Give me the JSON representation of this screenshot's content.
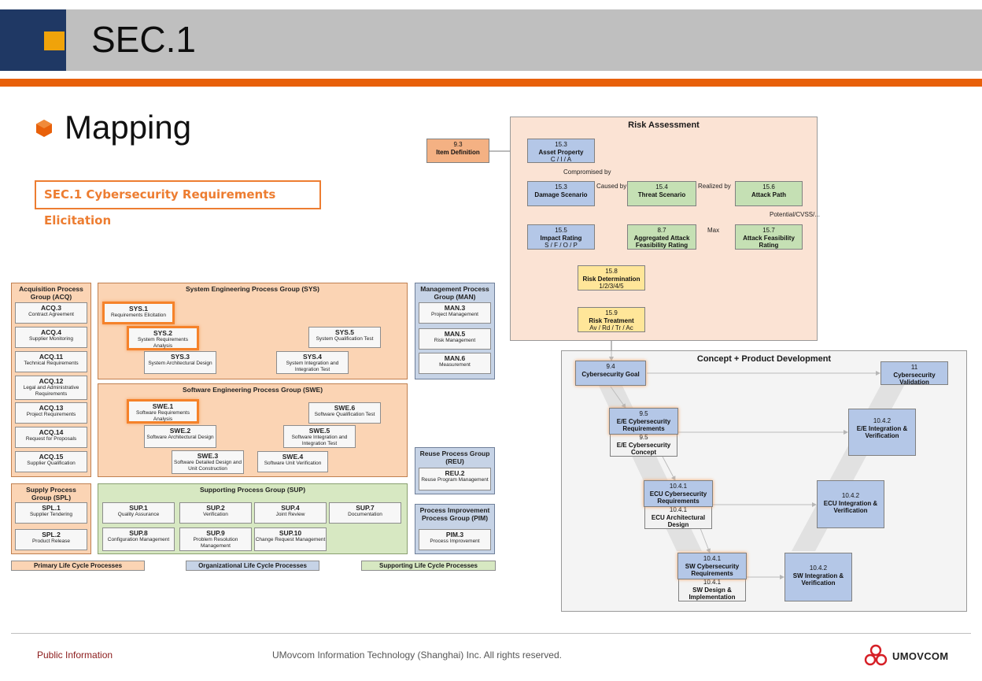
{
  "header": {
    "title": "SEC.1"
  },
  "slide": {
    "heading": "Mapping",
    "subtitle": "SEC.1 Cybersecurity Requirements Elicitation"
  },
  "pam": {
    "acq": {
      "title": "Acquisition Process Group (ACQ)",
      "items": [
        {
          "id": "ACQ.3",
          "name": "Contract Agreement"
        },
        {
          "id": "ACQ.4",
          "name": "Supplier Monitoring"
        },
        {
          "id": "ACQ.11",
          "name": "Technical Requirements"
        },
        {
          "id": "ACQ.12",
          "name": "Legal and Administrative Requirements"
        },
        {
          "id": "ACQ.13",
          "name": "Project Requirements"
        },
        {
          "id": "ACQ.14",
          "name": "Request for Proposals"
        },
        {
          "id": "ACQ.15",
          "name": "Supplier Qualification"
        }
      ]
    },
    "spl": {
      "title": "Supply Process Group (SPL)",
      "items": [
        {
          "id": "SPL.1",
          "name": "Supplier Tendering"
        },
        {
          "id": "SPL.2",
          "name": "Product Release"
        }
      ]
    },
    "sys": {
      "title": "System Engineering Process Group (SYS)",
      "items": [
        {
          "id": "SYS.1",
          "name": "Requirements Elicitation"
        },
        {
          "id": "SYS.2",
          "name": "System Requirements Analysis"
        },
        {
          "id": "SYS.3",
          "name": "System Architectural Design"
        },
        {
          "id": "SYS.4",
          "name": "System Integration and Integration Test"
        },
        {
          "id": "SYS.5",
          "name": "System Qualification Test"
        }
      ]
    },
    "swe": {
      "title": "Software Engineering Process Group (SWE)",
      "items": [
        {
          "id": "SWE.1",
          "name": "Software Requirements Analysis"
        },
        {
          "id": "SWE.2",
          "name": "Software Architectural Design"
        },
        {
          "id": "SWE.3",
          "name": "Software Detailed Design and Unit Construction"
        },
        {
          "id": "SWE.4",
          "name": "Software Unit Verification"
        },
        {
          "id": "SWE.5",
          "name": "Software Integration and Integration Test"
        },
        {
          "id": "SWE.6",
          "name": "Software Qualification Test"
        }
      ]
    },
    "sup": {
      "title": "Supporting Process Group (SUP)",
      "items": [
        {
          "id": "SUP.1",
          "name": "Quality Assurance"
        },
        {
          "id": "SUP.2",
          "name": "Verification"
        },
        {
          "id": "SUP.4",
          "name": "Joint Review"
        },
        {
          "id": "SUP.7",
          "name": "Documentation"
        },
        {
          "id": "SUP.8",
          "name": "Configuration Management"
        },
        {
          "id": "SUP.9",
          "name": "Problem Resolution Management"
        },
        {
          "id": "SUP.10",
          "name": "Change Request Management"
        }
      ]
    },
    "man": {
      "title": "Management Process Group (MAN)",
      "items": [
        {
          "id": "MAN.3",
          "name": "Project Management"
        },
        {
          "id": "MAN.5",
          "name": "Risk Management"
        },
        {
          "id": "MAN.6",
          "name": "Measurement"
        }
      ]
    },
    "reu": {
      "title": "Reuse Process Group (REU)",
      "items": [
        {
          "id": "REU.2",
          "name": "Reuse Program Management"
        }
      ]
    },
    "pim": {
      "title": "Process Improvement Process Group (PIM)",
      "items": [
        {
          "id": "PIM.3",
          "name": "Process Improvement"
        }
      ]
    },
    "legend": [
      "Primary Life Cycle Processes",
      "Organizational Life Cycle Processes",
      "Supporting Life Cycle Processes"
    ]
  },
  "risk": {
    "title": "Risk Assessment",
    "item_definition": {
      "num": "9.3",
      "name": "Item Definition"
    },
    "asset_property": {
      "num": "15.3",
      "name": "Asset Property",
      "sub": "C / I / A"
    },
    "damage_scenario": {
      "num": "15.3",
      "name": "Damage Scenario"
    },
    "threat_scenario": {
      "num": "15.4",
      "name": "Threat Scenario"
    },
    "attack_path": {
      "num": "15.6",
      "name": "Attack Path"
    },
    "impact_rating": {
      "num": "15.5",
      "name": "Impact Rating",
      "sub": "S / F / O / P"
    },
    "aggregated": {
      "num": "8.7",
      "name": "Aggregated Attack Feasibility Rating"
    },
    "attack_feasibility": {
      "num": "15.7",
      "name": "Attack Feasibility Rating"
    },
    "risk_determination": {
      "num": "15.8",
      "name": "Risk Determination",
      "sub": "1/2/3/4/5"
    },
    "risk_treatment": {
      "num": "15.9",
      "name": "Risk Treatment",
      "sub": "Av / Rd / Tr / Ac"
    },
    "labels": {
      "compromised": "Compromised by",
      "caused": "Caused by",
      "realized": "Realized by",
      "potential": "Potential/CVSS/...",
      "max": "Max"
    }
  },
  "concept": {
    "title": "Concept + Product Development",
    "goal": {
      "num": "9.4",
      "name": "Cybersecurity Goal"
    },
    "validation": {
      "num": "11",
      "name": "Cybersecurity Validation"
    },
    "ee_req": {
      "num": "9.5",
      "name": "E/E Cybersecurity Requirements"
    },
    "ee_concept": {
      "num": "9.5",
      "name": "E/E Cybersecurity Concept"
    },
    "ee_integ": {
      "num": "10.4.2",
      "name": "E/E Integration & Verification"
    },
    "ecu_req": {
      "num": "10.4.1",
      "name": "ECU Cybersecurity Requirements"
    },
    "ecu_arch": {
      "num": "10.4.1",
      "name": "ECU Architectural Design"
    },
    "ecu_integ": {
      "num": "10.4.2",
      "name": "ECU Integration & Verification"
    },
    "sw_req": {
      "num": "10.4.1",
      "name": "SW Cybersecurity Requirements"
    },
    "sw_design": {
      "num": "10.4.1",
      "name": "SW Design & Implementation"
    },
    "sw_integ": {
      "num": "10.4.2",
      "name": "SW Integration & Verification"
    }
  },
  "footer": {
    "classification": "Public Information",
    "copyright": "UMovcom Information Technology (Shanghai) Inc. All rights reserved.",
    "brand": "UMOVCOM"
  },
  "colors": {
    "accent": "#e8600a",
    "header_blue": "#1f3864",
    "highlight": "#f5822a"
  }
}
